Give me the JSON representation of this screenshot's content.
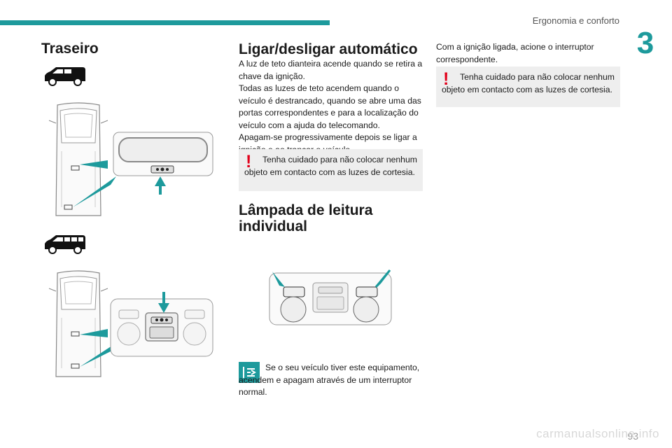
{
  "header": {
    "section_title": "Ergonomia e conforto",
    "chapter_number": "3",
    "page_number": "93",
    "watermark": "carmanualsonline.info"
  },
  "colors": {
    "accent": "#1d9a9c",
    "warning": "#e2001a",
    "box_background": "#eeeeee"
  },
  "left_column": {
    "heading": "Traseiro"
  },
  "middle_column": {
    "auto_heading": "Ligar/desligar automático",
    "auto_paragraphs": [
      "A luz de teto dianteira acende quando se retira a chave da ignição.",
      "Todas as luzes de teto acendem quando o veículo é destrancado, quando se abre uma das portas correspondentes e para a localização do veículo com a ajuda do telecomando.",
      "Apagam-se progressivamente depois se ligar a ignição e ao trancar o veículo."
    ],
    "warning_text": "Tenha cuidado para não colocar nenhum objeto em contacto com as luzes de cortesia.",
    "reading_lamp_heading_line1": "Lâmpada de leitura",
    "reading_lamp_heading_line2": "individual",
    "info_icon": "equipment-info-icon",
    "info_text": "Se o seu veículo tiver este equipamento, acendem e apagam através de um interruptor normal."
  },
  "right_column": {
    "paragraph": "Com a ignição ligada, acione o interruptor correspondente.",
    "warning_text": "Tenha cuidado para não colocar nenhum objeto em contacto com as luzes de cortesia."
  }
}
